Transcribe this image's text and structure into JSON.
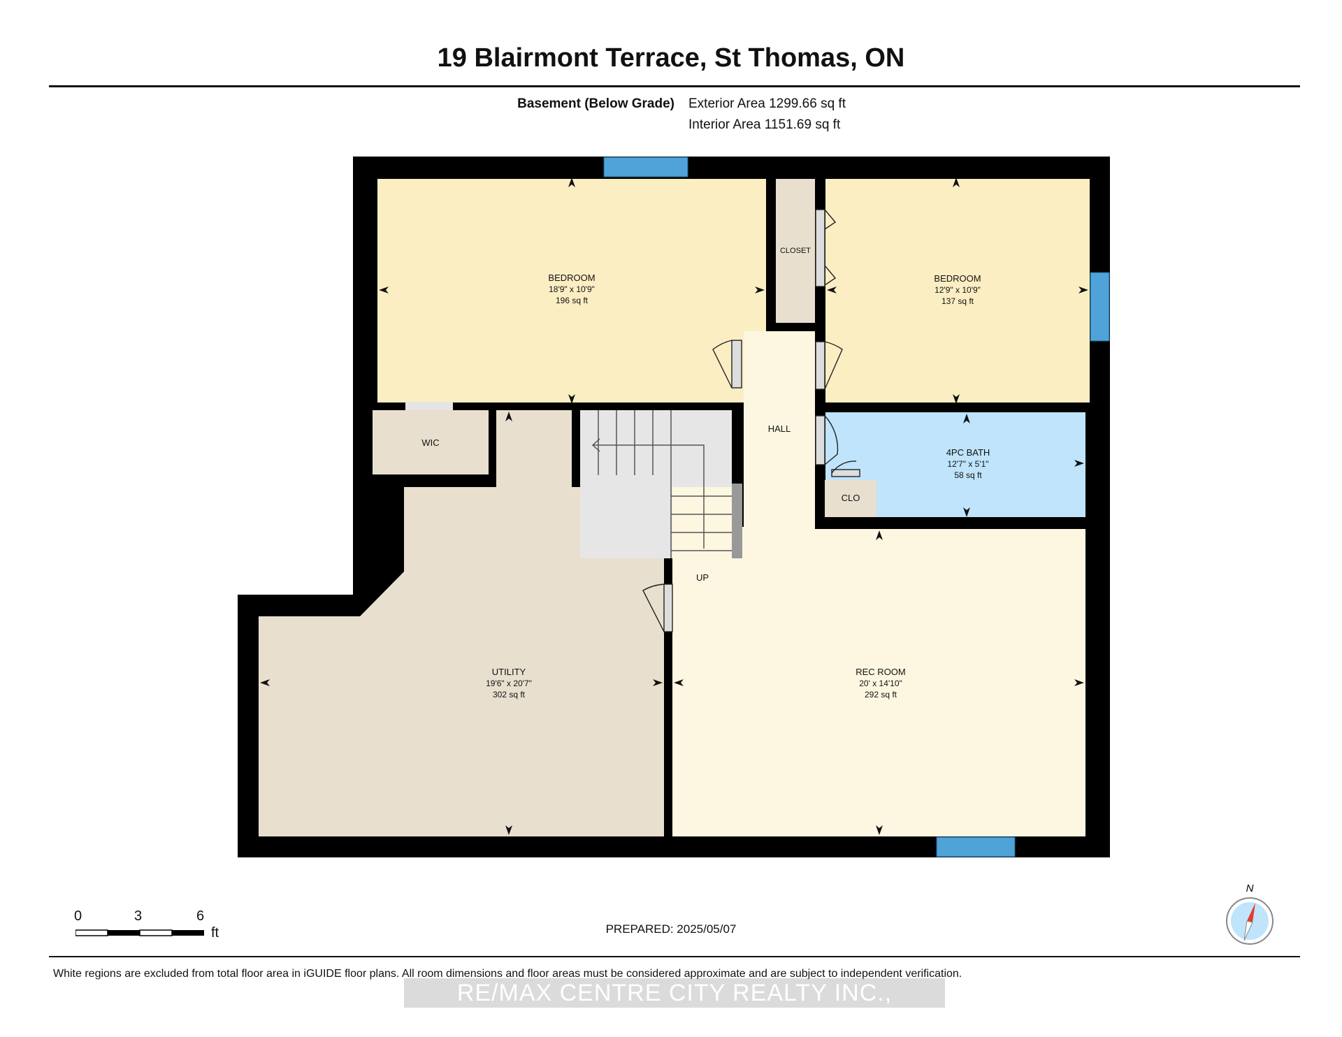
{
  "header": {
    "title": "19 Blairmont Terrace, St Thomas, ON",
    "level_label": "Basement (Below Grade)",
    "exterior_area": "Exterior Area 1299.66 sq ft",
    "interior_area": "Interior Area 1151.69 sq ft"
  },
  "rooms": {
    "bedroom1": {
      "name": "BEDROOM",
      "dims": "18'9\" x 10'9\"",
      "area": "196 sq ft"
    },
    "bedroom2": {
      "name": "BEDROOM",
      "dims": "12'9\" x 10'9\"",
      "area": "137 sq ft"
    },
    "closet": {
      "name": "CLOSET"
    },
    "hall": {
      "name": "HALL"
    },
    "wic": {
      "name": "WIC"
    },
    "bath": {
      "name": "4PC BATH",
      "dims": "12'7\" x 5'1\"",
      "area": "58 sq ft"
    },
    "clo": {
      "name": "CLO"
    },
    "stairs": {
      "name": "UP"
    },
    "utility": {
      "name": "UTILITY",
      "dims": "19'6\" x 20'7\"",
      "area": "302 sq ft"
    },
    "rec": {
      "name": "REC ROOM",
      "dims": "20' x 14'10\"",
      "area": "292 sq ft"
    }
  },
  "colors": {
    "wall": "#000000",
    "bedroom": "#fbeec3",
    "utility": "#e8dfce",
    "rec": "#fdf7e1",
    "bath": "#bfe4fb",
    "closet": "#e8dfce",
    "stairs": "#e6e6e6",
    "window": "#4fa3d9"
  },
  "scale": {
    "ticks": [
      "0",
      "3",
      "6"
    ],
    "unit": "ft"
  },
  "compass": {
    "label": "N"
  },
  "prepared": "PREPARED: 2025/05/07",
  "footer": {
    "note": "White regions are excluded from total floor area in iGUIDE floor plans. All room dimensions and floor areas must be considered approximate and are subject to independent verification.",
    "brokerage": "RE/MAX CENTRE CITY REALTY INC., Brokerage"
  }
}
